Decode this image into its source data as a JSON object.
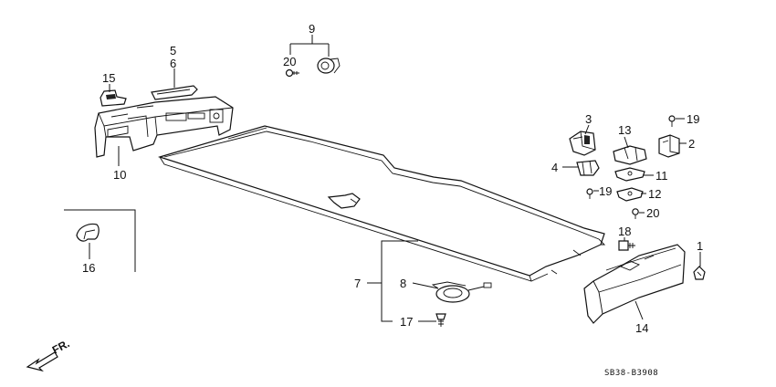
{
  "callouts": {
    "c1": "1",
    "c2": "2",
    "c3": "3",
    "c4": "4",
    "c5": "5",
    "c6": "6",
    "c7": "7",
    "c8": "8",
    "c9": "9",
    "c10": "10",
    "c11": "11",
    "c12": "12",
    "c13": "13",
    "c14": "14",
    "c15": "15",
    "c16": "16",
    "c17": "17",
    "c18": "18",
    "c19a": "19",
    "c19b": "19",
    "c20a": "20",
    "c20b": "20"
  },
  "direction_label": "FR.",
  "diagram_code": "SB38-B3908"
}
